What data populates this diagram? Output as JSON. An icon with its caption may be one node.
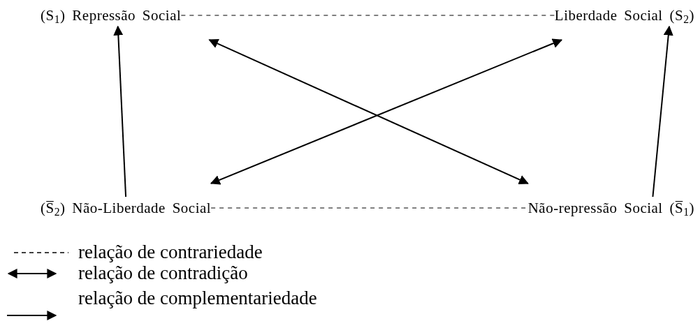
{
  "diagram": {
    "nodes": [
      {
        "text": [
          "(S$_{1}$) Repressão Social"
        ]
      },
      {
        "text": [
          "Liberdade Social (S$_{2}$)"
        ]
      },
      {
        "text": [
          "(S̅$_{2}$) Não-Liberdade Social"
        ]
      },
      {
        "text": [
          "Não-repressão Social (S̅$_{1}$)"
        ]
      }
    ],
    "edges": [
      {
        "from": 0,
        "to": 1,
        "arrow": "none",
        "style": "dashed"
      },
      {
        "from": 2,
        "to": 3,
        "arrow": "none",
        "style": "dashed"
      },
      {
        "from": 2,
        "to": 0,
        "arrow": "to"
      },
      {
        "from": 3,
        "to": 1,
        "arrow": "to"
      },
      {
        "from": 0,
        "to": 3,
        "arrow": "both"
      },
      {
        "from": 1,
        "to": 2,
        "arrow": "both"
      }
    ],
    "legend": [
      {
        "text": "relação de contrariedade"
      },
      {
        "text": "relação de contradição"
      },
      {
        "text": "relação de complementariedade"
      }
    ]
  }
}
